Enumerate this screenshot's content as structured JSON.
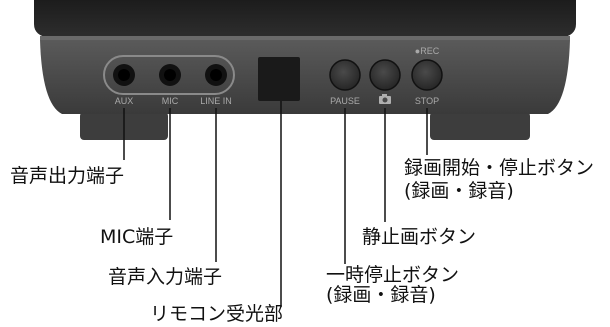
{
  "device": {
    "port_labels": {
      "aux": "AUX",
      "mic": "MIC",
      "line_in": "LINE IN"
    },
    "button_labels": {
      "pause": "PAUSE",
      "rec": "●REC",
      "stop": "STOP"
    },
    "camera_icon": "camera-icon"
  },
  "callouts": {
    "audio_out": "音声出力端子",
    "mic_terminal": "MIC端子",
    "audio_in": "音声入力端子",
    "remote_receiver": "リモコン受光部",
    "pause_button_line1": "一時停止ボタン",
    "pause_button_line2": "(録画・録音)",
    "still_button": "静止画ボタン",
    "rec_stop_button_line1": "録画開始・停止ボタン",
    "rec_stop_button_line2": "(録画・録音)"
  },
  "colors": {
    "body_dark": "#2b2b2b",
    "body_front": "#4a4a4a",
    "feet": "#3d3d3d",
    "label_gray": "#a9a9a9"
  }
}
